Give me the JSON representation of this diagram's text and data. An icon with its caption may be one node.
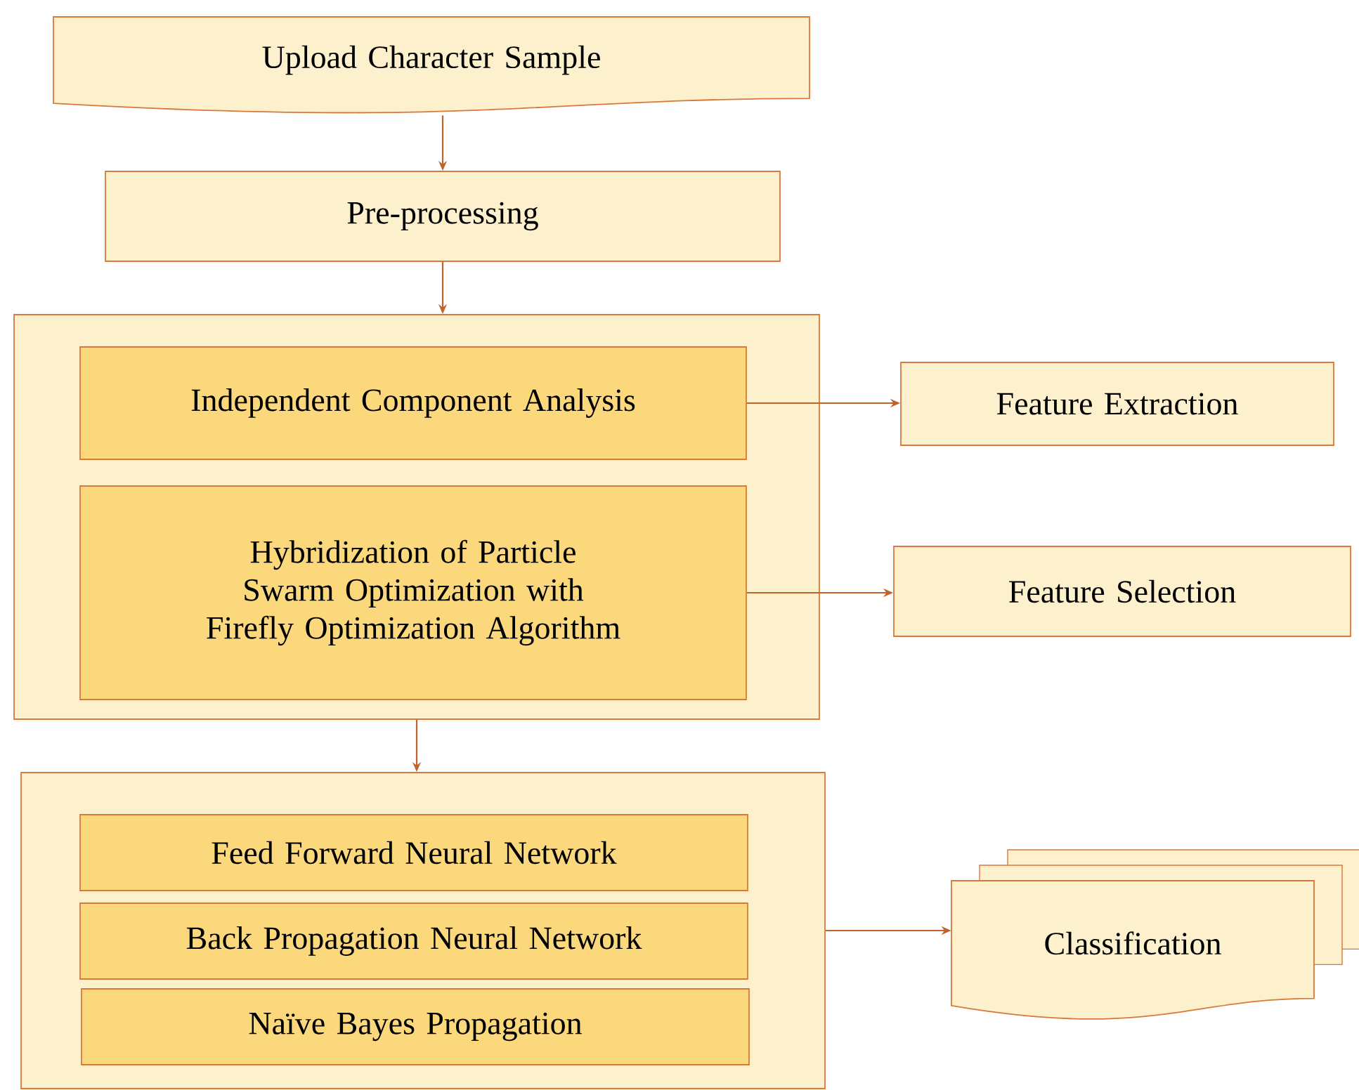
{
  "diagram": {
    "nodes": [
      {
        "text": [
          "Upload Character Sample"
        ]
      },
      {
        "text": [
          "Pre-processing"
        ]
      },
      {
        "text": [],
        "shape": "box"
      },
      {
        "text": [
          "Independent Component Analysis"
        ],
        "in": 2
      },
      {
        "text": [
          "Hybridization of Particle Swarm Optimization with Firefly Optimization Algorithm"
        ],
        "in": 2
      },
      {
        "text": [
          "Feature Extraction"
        ]
      },
      {
        "text": [
          "Feature Selection"
        ]
      },
      {
        "text": [],
        "shape": "box"
      },
      {
        "text": [
          "Feed Forward Neural Network"
        ],
        "in": 7
      },
      {
        "text": [
          "Back Propagation Neural Network"
        ],
        "in": 7
      },
      {
        "text": [
          "Naïve Bayes Propagation"
        ],
        "in": 7
      },
      {
        "text": [
          "Classification"
        ]
      }
    ],
    "edges": [
      {
        "from": 0,
        "to": 1,
        "arrow": "to"
      },
      {
        "from": 1,
        "to": 2,
        "arrow": "to"
      },
      {
        "from": 3,
        "to": 5,
        "arrow": "to"
      },
      {
        "from": 4,
        "to": 6,
        "arrow": "to"
      },
      {
        "from": 2,
        "to": 7,
        "arrow": "to"
      },
      {
        "from": 7,
        "to": 11,
        "arrow": "to"
      }
    ]
  }
}
